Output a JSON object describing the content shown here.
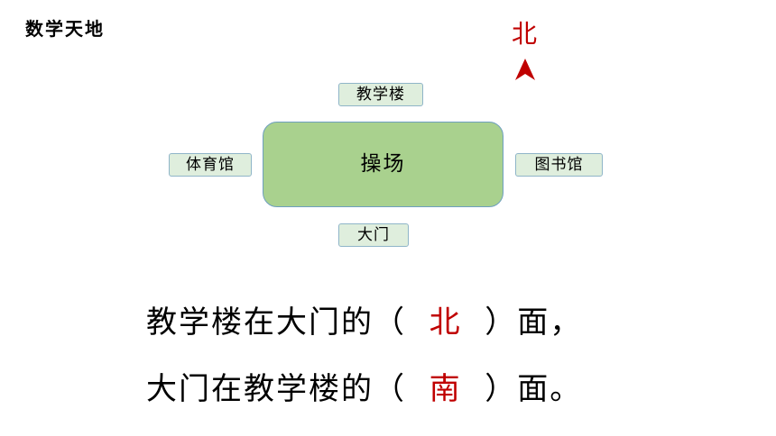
{
  "header": {
    "title": "数学天地"
  },
  "compass": {
    "north_label": "北",
    "arrow_color": "#c00000"
  },
  "map": {
    "center": "操场",
    "top": "教学楼",
    "left": "体育馆",
    "right": "图书馆",
    "bottom": "大门",
    "field_color": "#a9d18e",
    "box_color": "#dfeedd"
  },
  "questions": [
    {
      "before": "教学楼在大门的（",
      "answer": "北",
      "after": "）面，"
    },
    {
      "before": "大门在教学楼的（",
      "answer": "南",
      "after": "）面。"
    }
  ]
}
